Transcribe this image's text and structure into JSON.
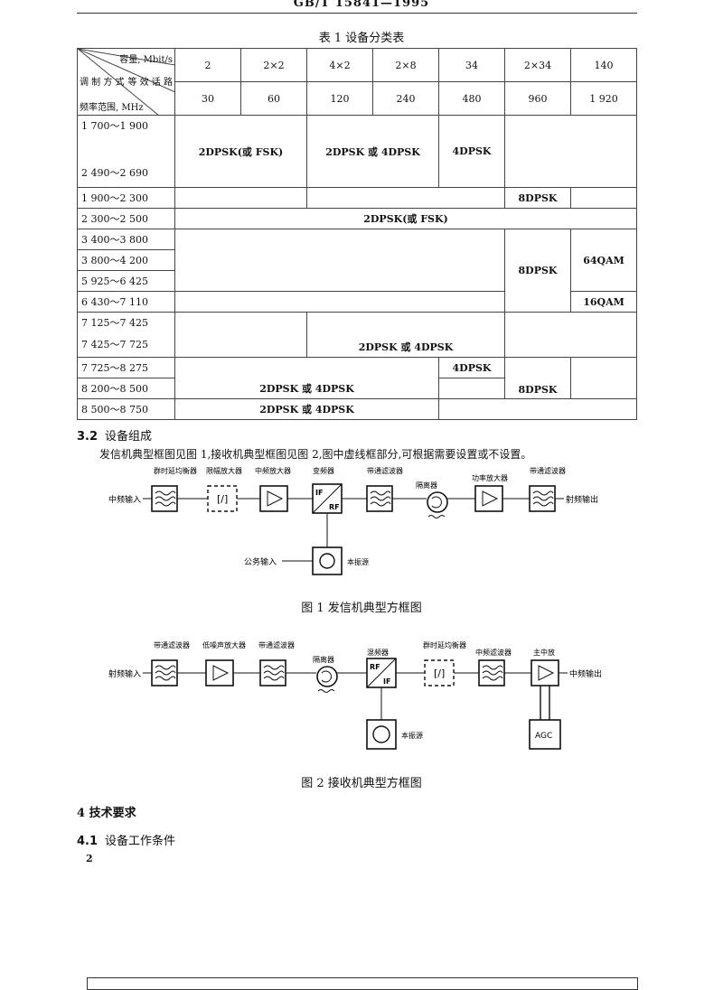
{
  "header": {
    "standard": "GB/T 15841—1995"
  },
  "table": {
    "caption": "表 1 设备分类表",
    "diag_capacity": "容量, Mbit/s",
    "diag_channel": "等 效 话 路",
    "diag_modulation": "调 制 方 式",
    "diag_freq": "频率范围, MHz",
    "rates": [
      "2",
      "2×2",
      "4×2",
      "2×8",
      "34",
      "2×34",
      "140"
    ],
    "channels": [
      "30",
      "60",
      "120",
      "240",
      "480",
      "960",
      "1 920"
    ],
    "freq": [
      "1 700～1 900",
      "2 490～2 690",
      "1 900～2 300",
      "2 300～2 500",
      "3 400～3 800",
      "3 800～4 200",
      "5 925～6 425",
      "6 430～7 110",
      "7 125～7 425",
      "7 425～7 725",
      "7 725～8 275",
      "8 200～8 500",
      "8 500～8 750"
    ],
    "m_2dpsk_fsk": "2DPSK(或 FSK)",
    "m_2dpsk_4dpsk": "2DPSK 或 4DPSK",
    "m_4dpsk": "4DPSK",
    "m_8dpsk": "8DPSK",
    "m_64qam": "64QAM",
    "m_16qam": "16QAM"
  },
  "section_3_2": {
    "number": "3.2",
    "title": "设备组成",
    "text": "发信机典型框图见图 1,接收机典型框图见图 2,图中虚线框部分,可根据需要设置或不设置。"
  },
  "fig1": {
    "caption": "图 1 发信机典型方框图",
    "input": "中频输入",
    "output": "射频输出",
    "service_input": "公务输入",
    "blocks": [
      "群时延均衡器",
      "限幅放大器",
      "中频放大器",
      "变频器",
      "带通滤波器",
      "隔离器",
      "功率放大器",
      "带通滤波器"
    ],
    "lo": "本振源",
    "mixer_if": "IF",
    "mixer_rf": "RF"
  },
  "fig2": {
    "caption": "图 2 接收机典型方框图",
    "input": "射频输入",
    "output": "中频输出",
    "blocks": [
      "带通滤波器",
      "低噪声放大器",
      "带通滤波器",
      "隔离器",
      "混频器",
      "群时延均衡器",
      "中频滤波器",
      "主中放"
    ],
    "lo": "本振源",
    "agc": "AGC",
    "mixer_rf": "RF",
    "mixer_if": "IF"
  },
  "section_4": {
    "title": "4 技术要求"
  },
  "section_4_1": {
    "number": "4.1",
    "title": "设备工作条件"
  },
  "page_number": "2"
}
